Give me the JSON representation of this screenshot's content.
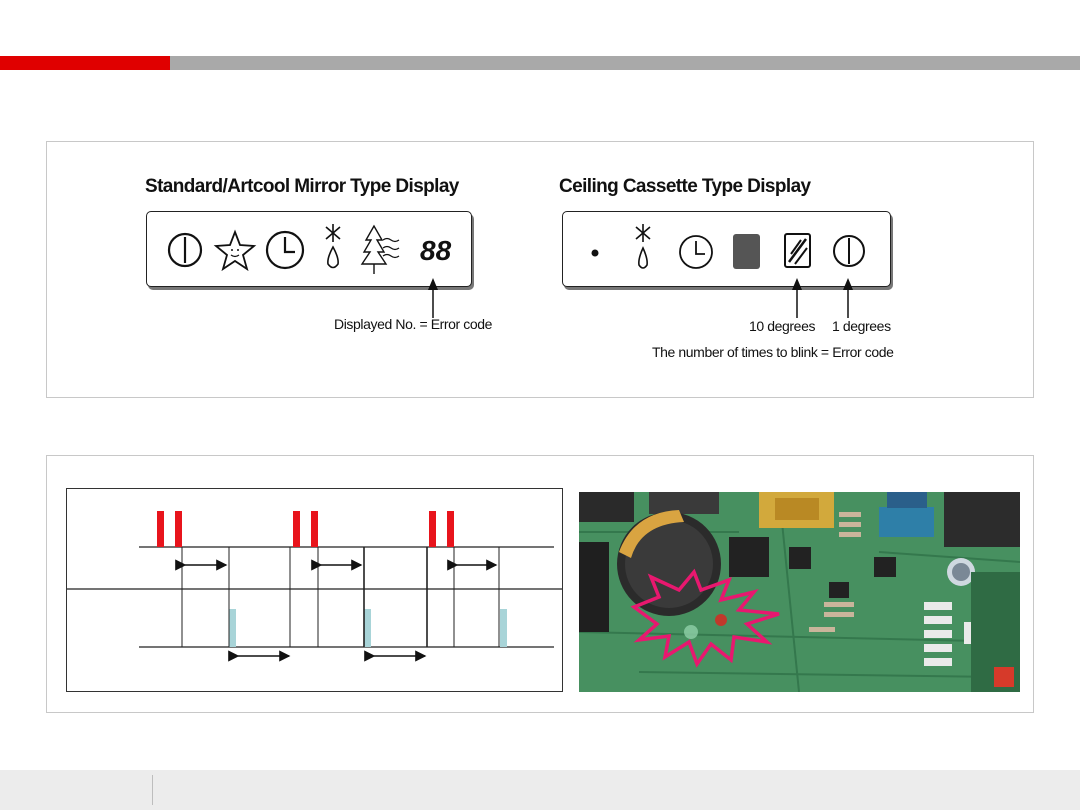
{
  "top_panel": {
    "standard": {
      "title": "Standard/Artcool Mirror Type Display",
      "digits": "88",
      "caption": "Displayed No. = Error code"
    },
    "cassette": {
      "title": "Ceiling Cassette Type Display",
      "label_tens": "10 degrees",
      "label_ones": "1 degrees",
      "caption": "The number of times to blink = Error code"
    }
  },
  "icons": {
    "standard": [
      "power-icon",
      "star-face-icon",
      "clock-icon",
      "defrost-icon",
      "tree-wind-icon",
      "seven-segment-display"
    ],
    "cassette": [
      "dot-icon",
      "defrost-icon",
      "clock-icon",
      "filter-square-icon",
      "filter-hatch-icon",
      "power-icon"
    ]
  },
  "colors": {
    "accent_red": "#e00000",
    "bar_gray": "#a9a9a9",
    "pulse_red": "#e8141c",
    "pulse_teal": "#a8d4d8",
    "pcb_green": "#3f8a5a"
  }
}
